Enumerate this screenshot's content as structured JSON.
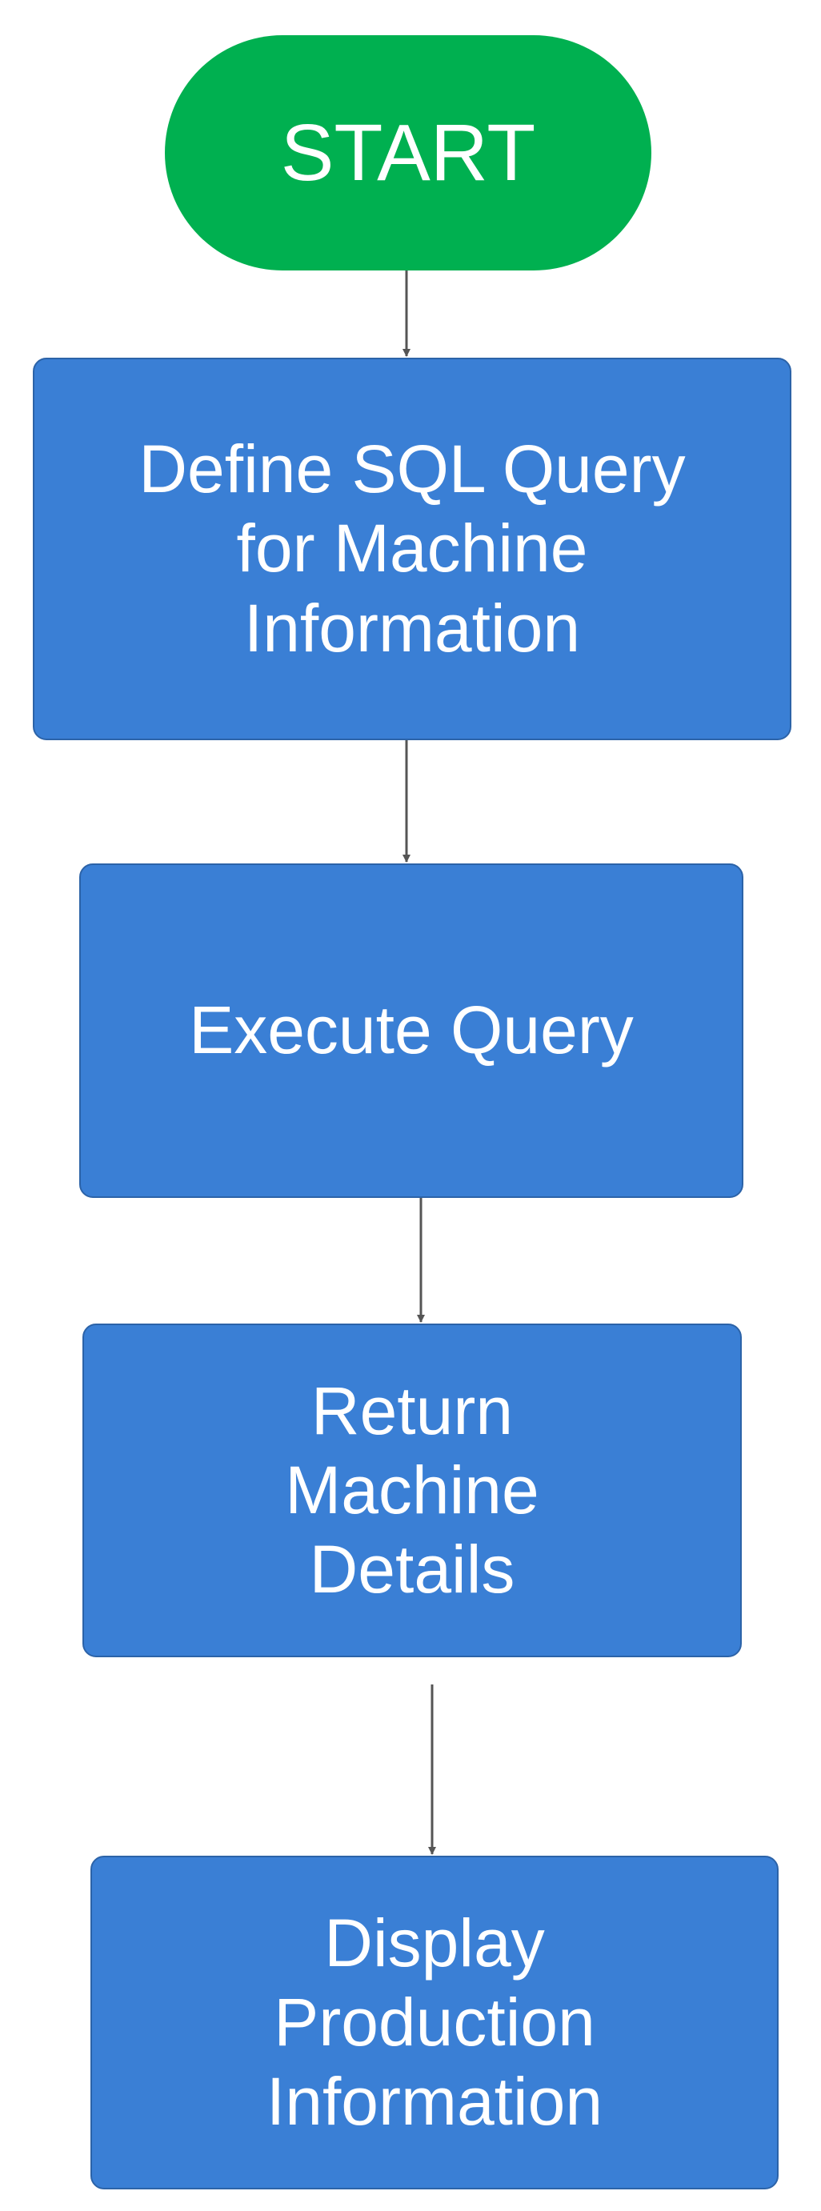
{
  "colors": {
    "start_fill": "#00b050",
    "process_fill": "#3a7fd5",
    "process_stroke": "#2c63a8",
    "connector": "#555555",
    "text": "#ffffff"
  },
  "nodes": [
    {
      "id": "start",
      "shape": "terminator",
      "label": "START"
    },
    {
      "id": "define-sql-query",
      "shape": "process",
      "label": "Define SQL Query\nfor Machine\nInformation"
    },
    {
      "id": "execute-query",
      "shape": "process",
      "label": "Execute Query"
    },
    {
      "id": "return-machine-details",
      "shape": "process",
      "label": "Return\nMachine\nDetails"
    },
    {
      "id": "display-production-information",
      "shape": "process",
      "label": "Display\nProduction\nInformation"
    }
  ],
  "edges": [
    {
      "from": "start",
      "to": "define-sql-query"
    },
    {
      "from": "define-sql-query",
      "to": "execute-query"
    },
    {
      "from": "execute-query",
      "to": "return-machine-details"
    },
    {
      "from": "return-machine-details",
      "to": "display-production-information"
    }
  ]
}
